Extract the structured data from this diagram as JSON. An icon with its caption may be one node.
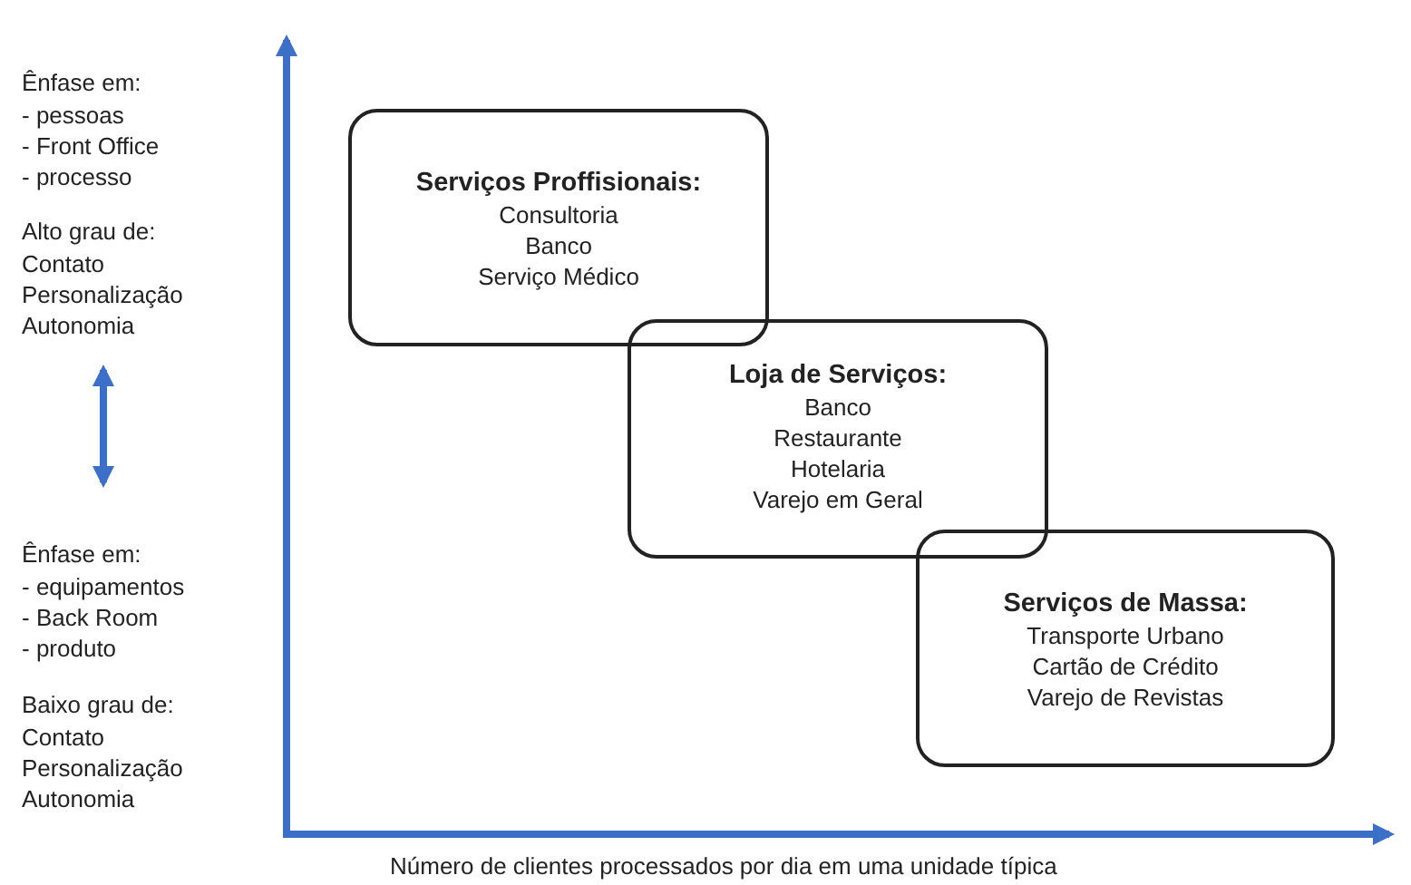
{
  "diagram": {
    "nodes": [
      {
        "text": [
          "Serviços Proffisionais:",
          "Consultoria",
          "Banco",
          "Serviço Médico"
        ]
      },
      {
        "text": [
          "Loja de Serviços:",
          "Banco",
          "Restaurante",
          "Hotelaria",
          "Varejo em Geral"
        ]
      },
      {
        "text": [
          "Serviços de Massa:",
          "Transporte Urbano",
          "Cartão de Crédito",
          "Varejo de Revistas"
        ]
      }
    ],
    "edges": [],
    "labels": [
      "Ênfase em:",
      "- pessoas",
      "- Front Office",
      "- processo",
      "Alto grau de:",
      "Contato",
      "Personalização",
      "Autonomia",
      "Ênfase em:",
      "- equipamentos",
      "- Back Room",
      "- produto",
      "Baixo grau de:",
      "Contato",
      "Personalização",
      "Autonomia",
      "Número de clientes processados por dia em uma unidade típica"
    ]
  }
}
